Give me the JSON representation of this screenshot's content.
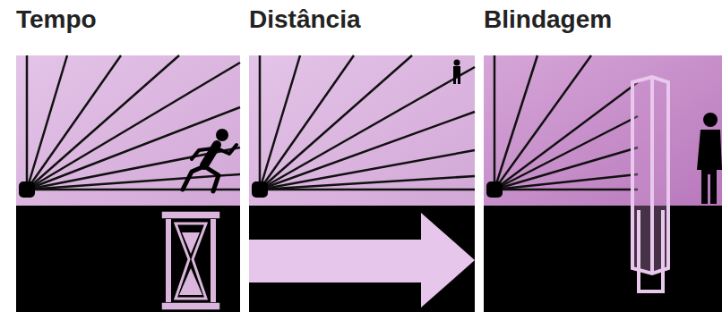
{
  "diagram": {
    "nodes": [
      {
        "text": [
          "Tempo"
        ]
      },
      {
        "text": [
          "Distância"
        ]
      },
      {
        "text": [
          "Blindagem"
        ]
      }
    ]
  }
}
